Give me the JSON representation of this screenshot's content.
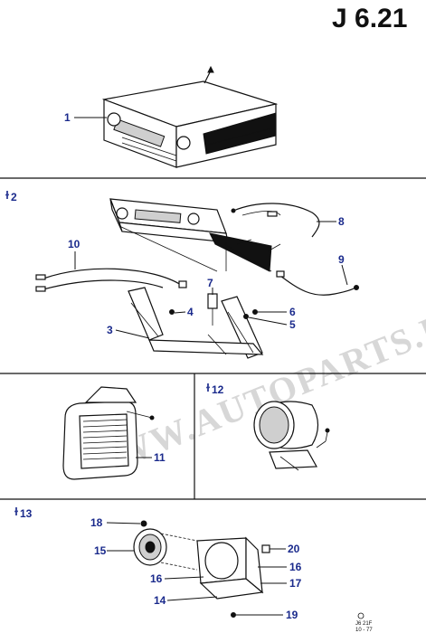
{
  "page_code": "J 6.21",
  "watermark": "WWW.AUTOPARTS.RU",
  "section_markers": {
    "s2": "2",
    "s12": "12",
    "s13": "13"
  },
  "callouts": {
    "c1": "1",
    "c3": "3",
    "c4": "4",
    "c5": "5",
    "c6": "6",
    "c7": "7",
    "c8": "8",
    "c9": "9",
    "c10": "10",
    "c11": "11",
    "c14": "14",
    "c15": "15",
    "c16a": "16",
    "c16b": "16",
    "c17": "17",
    "c18": "18",
    "c19": "19",
    "c20": "20"
  },
  "footer": {
    "ref": "J6 21F",
    "date": "10 - 77"
  }
}
